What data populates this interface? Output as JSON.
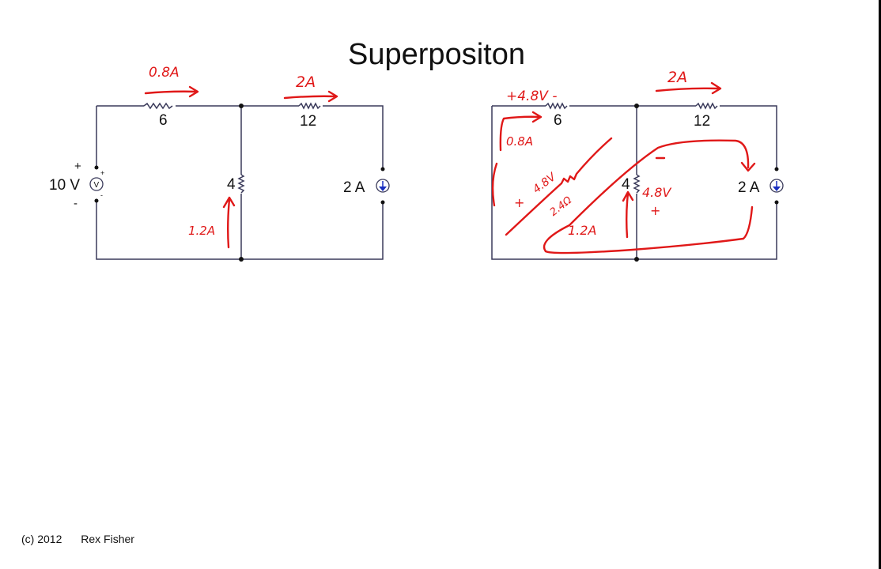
{
  "slide": {
    "title": "Superpositon",
    "footer": {
      "copyright": "(c) 2012",
      "author": "Rex Fisher"
    }
  },
  "left_circuit": {
    "voltage_source": {
      "label": "10 V",
      "plus": "+",
      "minus": "-",
      "symbol": "V"
    },
    "resistor_top_left": "6",
    "resistor_top_right": "12",
    "resistor_middle": "4",
    "current_source": {
      "label": "2 A"
    },
    "annotations": {
      "top_left_current": "0.8A",
      "top_right_current": "2A",
      "middle_current": "1.2A"
    }
  },
  "right_circuit": {
    "resistor_top_left": "6",
    "resistor_top_right": "12",
    "resistor_middle": "4",
    "current_source": {
      "label": "2 A"
    },
    "annotations": {
      "top_left_voltage": "+4.8V -",
      "top_right_current": "2A",
      "loop_current": "0.8A",
      "equiv_voltage": "4.8V",
      "equiv_plus": "+",
      "equiv_resistance": "2.4Ω",
      "middle_minus": "-",
      "middle_voltage": "4.8V",
      "middle_plus": "+",
      "middle_current": "1.2A"
    }
  },
  "colors": {
    "ink": "#e01818",
    "wire": "#3a3a5a",
    "source_arrow": "#1a2fc0"
  }
}
